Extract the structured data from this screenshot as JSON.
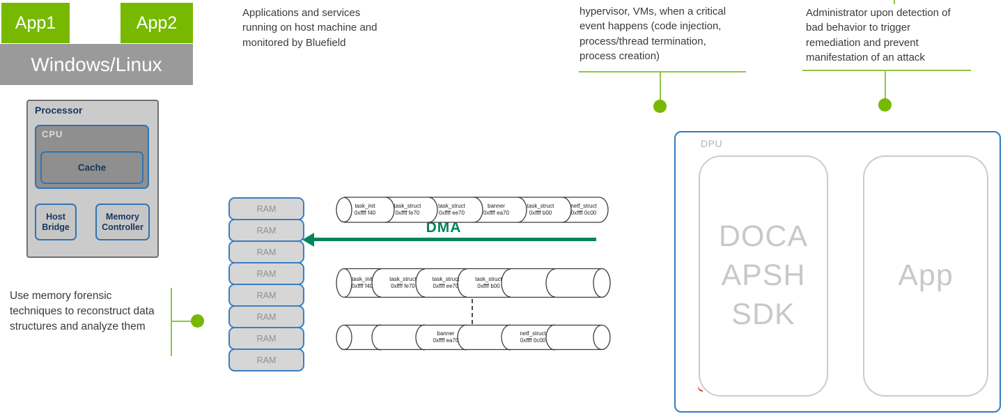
{
  "host": {
    "app1": "App1",
    "app2": "App2",
    "os": "Windows/Linux"
  },
  "processor": {
    "label": "Processor",
    "cpu": "CPU",
    "cache": "Cache",
    "host_bridge": "Host Bridge",
    "memory_controller": "Memory Controller"
  },
  "memory": {
    "ram": [
      "RAM",
      "RAM",
      "RAM",
      "RAM",
      "RAM",
      "RAM",
      "RAM",
      "RAM"
    ]
  },
  "dma": {
    "label": "DMA"
  },
  "annotations": {
    "monitored": "Applications and services running on host machine and monitored by Bluefield",
    "events": "hypervisor, VMs, when a critical event happens (code injection, process/thread termination, process creation)",
    "admin": "Administrator upon detection of bad behavior to trigger remediation and prevent manifestation of an attack",
    "forensics": "Use memory forensic techniques to reconstruct data structures and analyze them"
  },
  "chains": {
    "top": [
      {
        "name": "task_init",
        "addr": "0xffff f40"
      },
      {
        "name": "task_struct",
        "addr": "0xffff fe70"
      },
      {
        "name": "task_struct",
        "addr": "0xffff ee70"
      },
      {
        "name": "banner",
        "addr": "0xffff ea70"
      },
      {
        "name": "task_struct",
        "addr": "0xffff b00"
      },
      {
        "name": "netf_struct",
        "addr": "0xffff 0c00"
      }
    ],
    "middle": [
      {
        "name": "task_init",
        "addr": "0xffff f40"
      },
      {
        "name": "task_struct",
        "addr": "0xffff fe70"
      },
      {
        "name": "task_struct",
        "addr": "0xffff ee70"
      },
      {
        "name": "task_struct",
        "addr": "0xffff b00"
      },
      {
        "name": "",
        "addr": ""
      },
      {
        "name": "",
        "addr": ""
      }
    ],
    "bottom": [
      {
        "name": "",
        "addr": ""
      },
      {
        "name": "",
        "addr": ""
      },
      {
        "name": "banner",
        "addr": "0xffff ea70"
      },
      {
        "name": "",
        "addr": ""
      },
      {
        "name": "netf_struct",
        "addr": "0xffff 0c00"
      },
      {
        "name": "",
        "addr": ""
      }
    ]
  },
  "dpu": {
    "label": "DPU",
    "sdk": "DOCA APSH SDK",
    "app": "App"
  },
  "colors": {
    "nvidia_green": "#76B900",
    "callout_green": "#8CC63F",
    "dma_green": "#00855E",
    "component_blue": "#2E74B5",
    "dpu_blue": "#3579C1",
    "os_gray": "#9A9A9A",
    "navy_text": "#17375E",
    "ghost_gray": "#C8C8C8"
  }
}
